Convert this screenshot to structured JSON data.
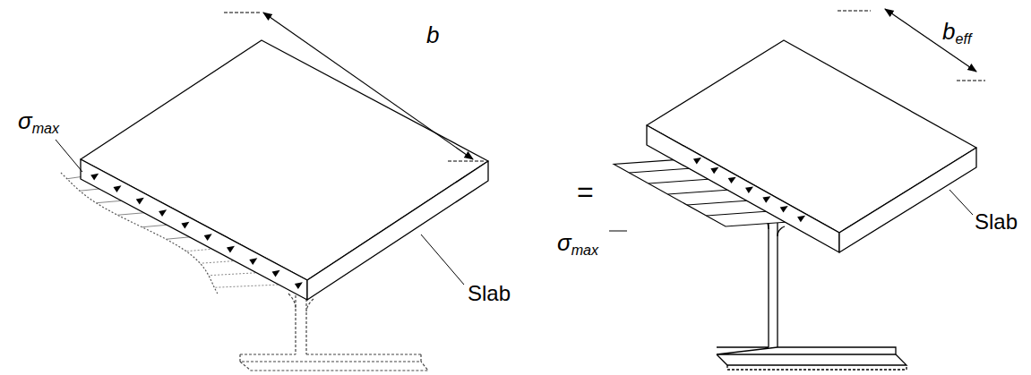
{
  "diagram": {
    "labels": [
      "b",
      "σmax",
      "Slab",
      "=",
      "beff",
      "σmax",
      "Slab"
    ]
  }
}
